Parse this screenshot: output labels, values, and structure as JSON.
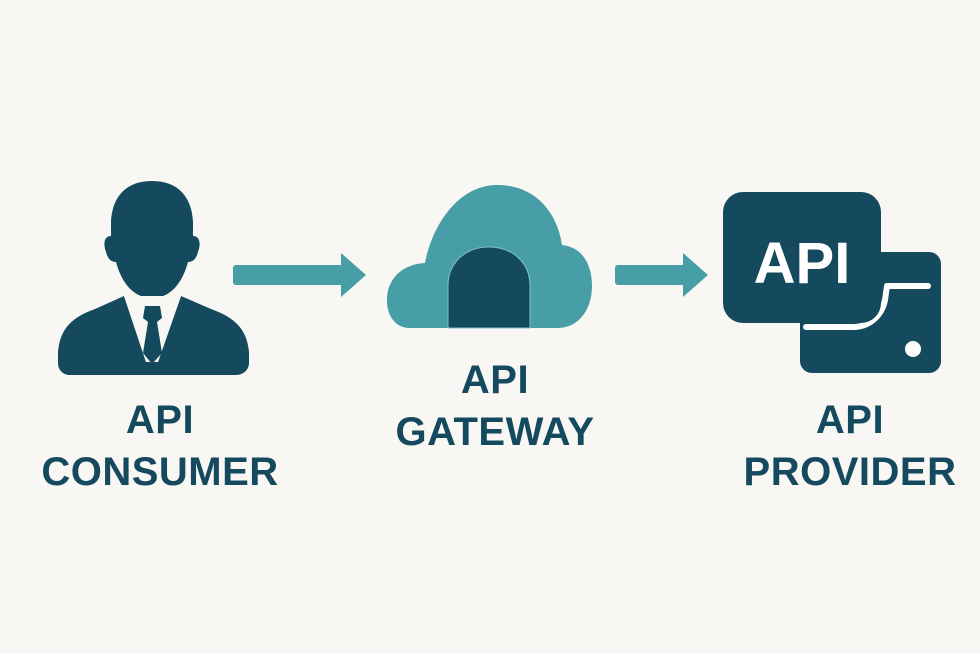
{
  "diagram": {
    "title": "API request flow",
    "colors": {
      "background": "#f8f7f4",
      "dark": "#14495e",
      "teal": "#489ea6",
      "white": "#ffffff"
    },
    "nodes": [
      {
        "id": "consumer",
        "icon": "person-icon",
        "line1": "API",
        "line2": "CONSUMER"
      },
      {
        "id": "gateway",
        "icon": "cloud-gateway-icon",
        "line1": "API",
        "line2": "GATEWAY"
      },
      {
        "id": "provider",
        "icon": "api-server-icon",
        "line1": "API",
        "line2": "PROVIDER",
        "badge_text": "API"
      }
    ],
    "edges": [
      {
        "from": "consumer",
        "to": "gateway",
        "icon": "arrow-right-icon"
      },
      {
        "from": "gateway",
        "to": "provider",
        "icon": "arrow-right-icon"
      }
    ]
  }
}
